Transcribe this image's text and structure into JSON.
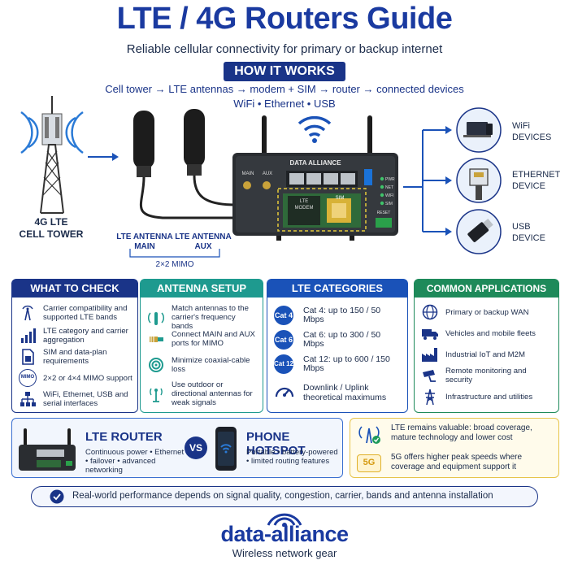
{
  "header": {
    "title": "LTE / 4G Routers Guide",
    "subtitle": "Reliable cellular connectivity for primary or backup internet",
    "how_it_works": "HOW IT WORKS",
    "flow_line1": "Cell tower → LTE antennas → modem + SIM → router → connected devices",
    "flow_line2": "WiFi • Ethernet • USB"
  },
  "diagram": {
    "tower_label_1": "4G LTE",
    "tower_label_2": "CELL TOWER",
    "antenna_main_1": "LTE ANTENNA",
    "antenna_main_2": "MAIN",
    "antenna_aux_1": "LTE ANTENNA",
    "antenna_aux_2": "AUX",
    "mimo_label": "2×2 MIMO",
    "router_brand": "DATA ALLIANCE",
    "port_main": "MAIN",
    "port_aux": "AUX",
    "modem_label_1": "LTE",
    "modem_label_2": "MODEM",
    "sim_label": "SIM",
    "leds": [
      "PWR",
      "NET",
      "WIFI",
      "SIM"
    ],
    "reset_label": "RESET",
    "devices": [
      {
        "line1": "WiFi",
        "line2": "DEVICES",
        "icon": "laptop-phone-icon"
      },
      {
        "line1": "ETHERNET",
        "line2": "DEVICE",
        "icon": "ethernet-plug-icon"
      },
      {
        "line1": "USB",
        "line2": "DEVICE",
        "icon": "usb-stick-icon"
      }
    ]
  },
  "panels": {
    "check": {
      "title": "WHAT TO CHECK",
      "items": [
        "Carrier compatibility and supported LTE bands",
        "LTE category and carrier aggregation",
        "SIM and data-plan requirements",
        "2×2 or 4×4 MIMO support",
        "WiFi, Ethernet, USB and serial interfaces"
      ],
      "mimo_badge": "MIMO"
    },
    "antenna": {
      "title": "ANTENNA SETUP",
      "items": [
        "Match antennas to the carrier's frequency bands",
        "Connect MAIN and AUX ports for MIMO",
        "Minimize coaxial-cable loss",
        "Use outdoor or directional antennas for weak signals"
      ]
    },
    "categories": {
      "title": "LTE CATEGORIES",
      "items": [
        {
          "badge": "Cat 4",
          "text": "Cat 4: up to 150 / 50 Mbps"
        },
        {
          "badge": "Cat 6",
          "text": "Cat 6: up to 300 / 50 Mbps"
        },
        {
          "badge": "Cat 12",
          "text": "Cat 12: up to 600 / 150 Mbps"
        }
      ],
      "footer": "Downlink / Uplink theoretical maximums"
    },
    "applications": {
      "title": "COMMON APPLICATIONS",
      "items": [
        "Primary or backup WAN",
        "Vehicles and mobile fleets",
        "Industrial IoT and M2M",
        "Remote monitoring and security",
        "Infrastructure and utilities"
      ]
    }
  },
  "compare": {
    "router_title": "LTE ROUTER",
    "router_desc": "Continuous power • Ethernet • failover • advanced networking",
    "vs": "VS",
    "hotspot_title": "PHONE HOTSPOT",
    "hotspot_desc": "Portable • battery-powered • limited routing features"
  },
  "notes": {
    "lte": "LTE remains valuable: broad coverage, mature technology and lower cost",
    "fiveg_badge": "5G",
    "fiveg": "5G offers higher peak speeds where coverage and equipment support it"
  },
  "bottom_note": "Real-world performance depends on signal quality, congestion, carrier, bands and antenna installation",
  "footer": {
    "logo": "data-alliance",
    "tagline": "Wireless network gear"
  },
  "colors": {
    "navy": "#1a3488",
    "brand_blue": "#1a3aa0",
    "teal": "#1e9a8f",
    "cat_blue": "#1a52b8",
    "green": "#1e8a5a",
    "gold": "#e7c44a"
  }
}
